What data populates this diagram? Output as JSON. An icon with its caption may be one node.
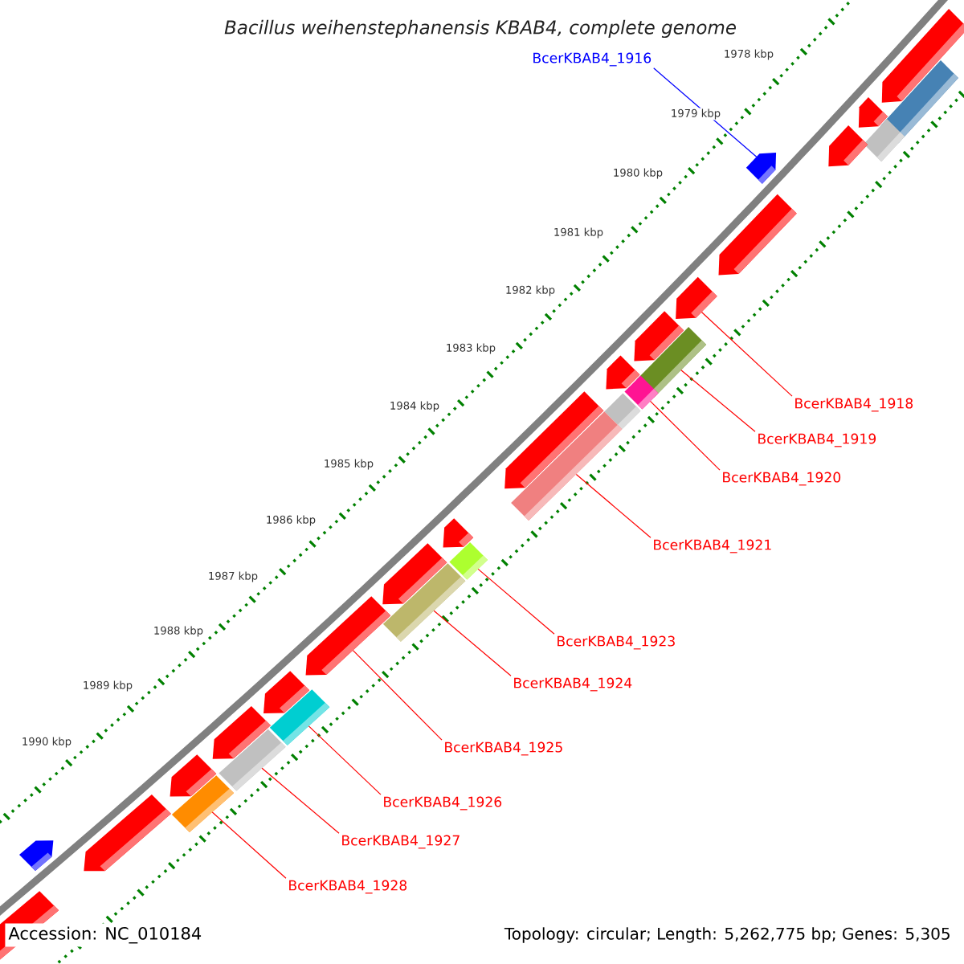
{
  "diagram": {
    "title": "Bacillus weihenstephanensis KBAB4, complete genome",
    "nodes": [
      {
        "text": [
          "BcerKBAB4_1916"
        ]
      },
      {
        "text": [
          "BcerKBAB4_1918"
        ]
      },
      {
        "text": [
          "BcerKBAB4_1919"
        ]
      },
      {
        "text": [
          "BcerKBAB4_1920"
        ]
      },
      {
        "text": [
          "BcerKBAB4_1921"
        ]
      },
      {
        "text": [
          "BcerKBAB4_1923"
        ]
      },
      {
        "text": [
          "BcerKBAB4_1924"
        ]
      },
      {
        "text": [
          "BcerKBAB4_1925"
        ]
      },
      {
        "text": [
          "BcerKBAB4_1926"
        ]
      },
      {
        "text": [
          "BcerKBAB4_1927"
        ]
      },
      {
        "text": [
          "BcerKBAB4_1928"
        ]
      },
      {
        "text": [],
        "shape": "bar"
      },
      {
        "text": [],
        "shape": "pentagon"
      },
      {
        "text": [],
        "shape": "pentagon"
      },
      {
        "text": [],
        "shape": "bar"
      },
      {
        "text": [],
        "shape": "pentagon"
      },
      {
        "text": [],
        "shape": "pentagon"
      },
      {
        "text": [],
        "shape": "pentagon"
      },
      {
        "text": [],
        "shape": "pentagon"
      },
      {
        "text": [],
        "shape": "pentagon"
      },
      {
        "text": [],
        "shape": "bar"
      },
      {
        "text": [],
        "shape": "bar"
      },
      {
        "text": [],
        "shape": "pentagon"
      },
      {
        "text": [],
        "shape": "bar"
      },
      {
        "text": [],
        "shape": "pentagon"
      },
      {
        "text": [],
        "shape": "bar"
      },
      {
        "text": [],
        "shape": "pentagon"
      },
      {
        "text": [],
        "shape": "bar"
      },
      {
        "text": [],
        "shape": "pentagon"
      },
      {
        "text": [],
        "shape": "bar"
      },
      {
        "text": [],
        "shape": "pentagon"
      },
      {
        "text": [],
        "shape": "pentagon"
      },
      {
        "text": [],
        "shape": "bar"
      },
      {
        "text": [],
        "shape": "pentagon"
      },
      {
        "text": [],
        "shape": "bar"
      },
      {
        "text": [],
        "shape": "pentagon"
      },
      {
        "text": [],
        "shape": "bar"
      },
      {
        "text": [],
        "shape": "pentagon"
      },
      {
        "text": [],
        "shape": "pentagon"
      },
      {
        "text": [],
        "shape": "pentagon"
      }
    ],
    "edges": [
      {
        "from": 0,
        "to": 16,
        "arrow": "none",
        "color": "#0000ff"
      },
      {
        "from": 1,
        "to": 18,
        "arrow": "none"
      },
      {
        "from": 2,
        "to": 20,
        "arrow": "none"
      },
      {
        "from": 3,
        "to": 21,
        "arrow": "none"
      },
      {
        "from": 4,
        "to": 25,
        "arrow": "none"
      },
      {
        "from": 5,
        "to": 27,
        "arrow": "none"
      },
      {
        "from": 6,
        "to": 29,
        "arrow": "none"
      },
      {
        "from": 7,
        "to": 30,
        "arrow": "none"
      },
      {
        "from": 8,
        "to": 32,
        "arrow": "none"
      },
      {
        "from": 9,
        "to": 34,
        "arrow": "none"
      },
      {
        "from": 10,
        "to": 36,
        "arrow": "none"
      }
    ],
    "labels": [
      "1978 kbp",
      "1979 kbp",
      "1980 kbp",
      "1981 kbp",
      "1982 kbp",
      "1983 kbp",
      "1984 kbp",
      "1985 kbp",
      "1986 kbp",
      "1987 kbp",
      "1988 kbp",
      "1989 kbp",
      "1990 kbp",
      "Accession: NC_010184",
      "Topology: circular; Length: 5,262,775 bp; Genes: 5,305"
    ]
  }
}
